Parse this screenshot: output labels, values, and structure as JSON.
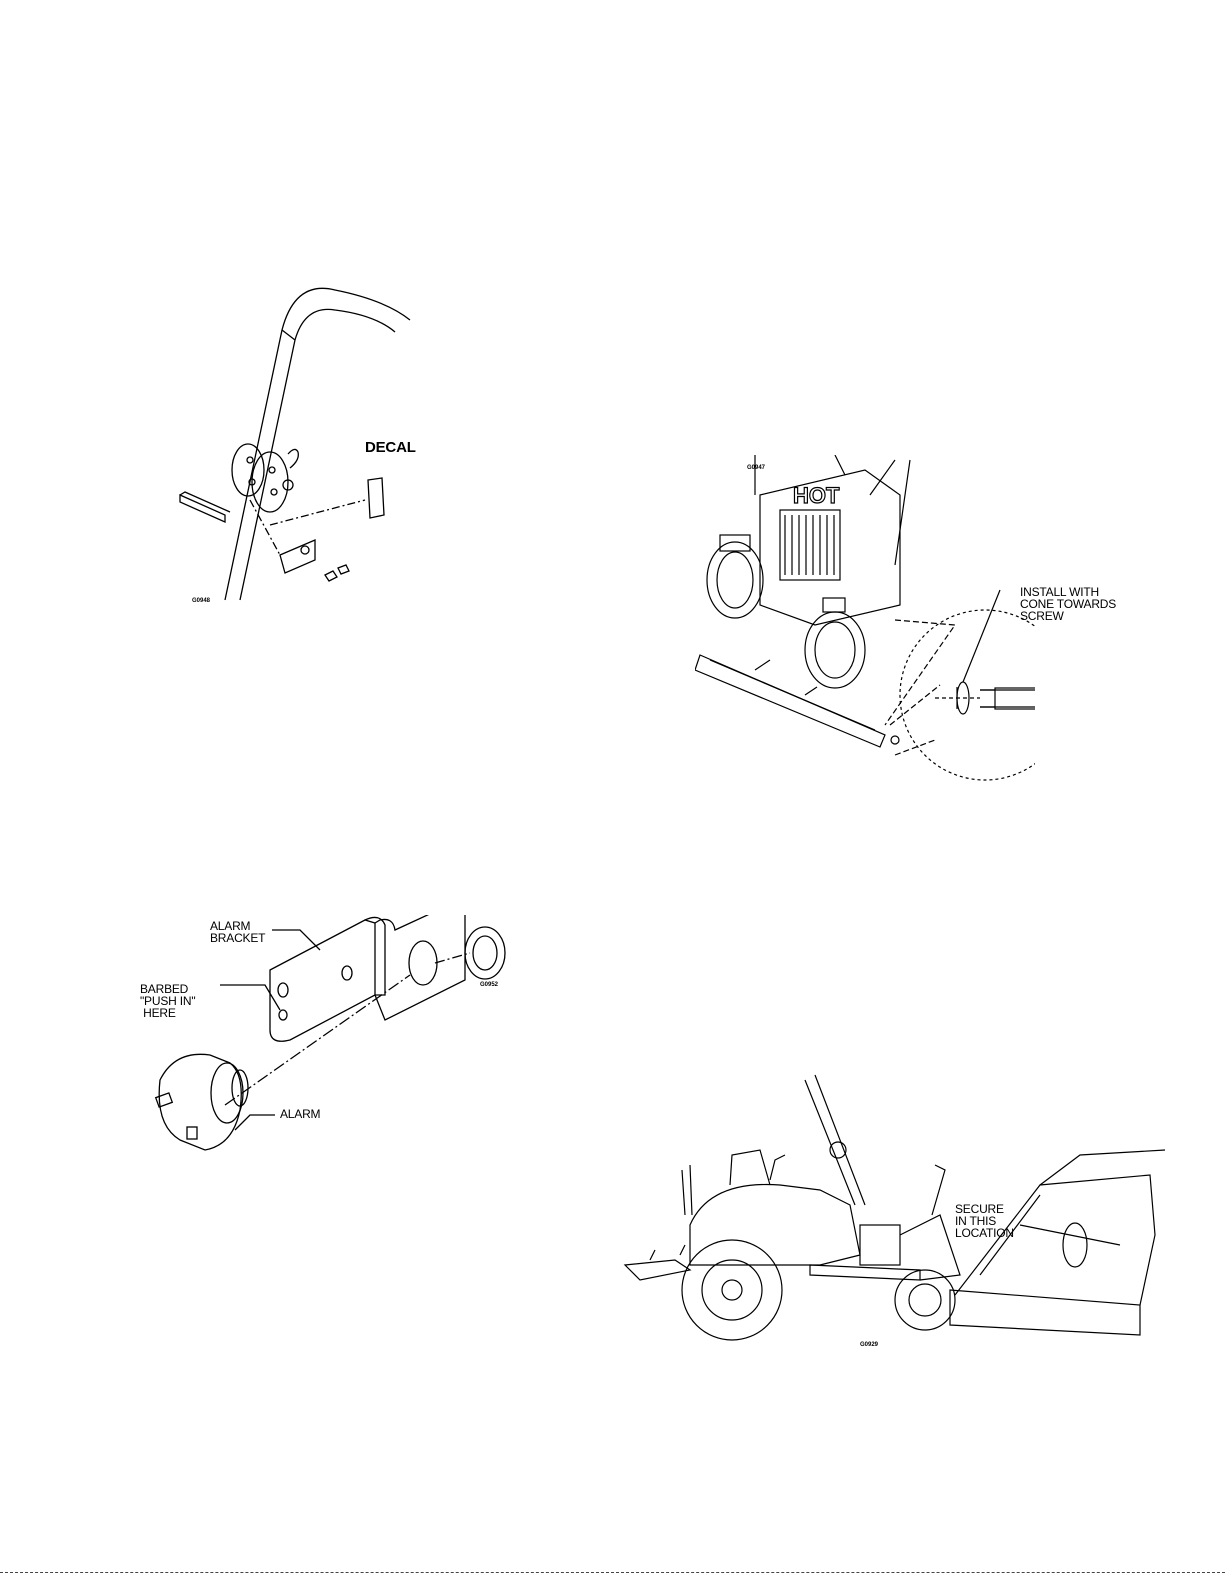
{
  "figures": {
    "handle": {
      "label": "DECAL",
      "code": "G0948"
    },
    "deck": {
      "label": "INSTALL WITH\nCONE TOWARDS\nSCREW",
      "code": "G0947"
    },
    "alarm": {
      "bracket_label": "ALARM\nBRACKET",
      "barbed_label": "BARBED\n\"PUSH IN\"\n HERE",
      "alarm_label": "ALARM",
      "code": "G0952"
    },
    "mower": {
      "label": "SECURE\nIN THIS\nLOCATION",
      "code": "G0929"
    }
  }
}
